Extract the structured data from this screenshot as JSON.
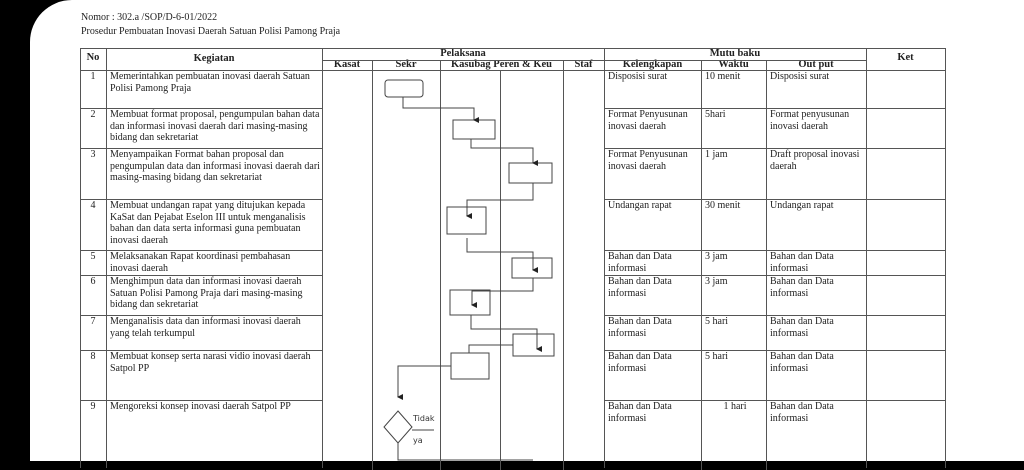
{
  "doc": {
    "nomor": "Nomor :    302.a  /SOP/D-6-01/2022",
    "title": "Prosedur Pembuatan Inovasi Daerah Satuan Polisi Pamong Praja"
  },
  "headers": {
    "no": "No",
    "kegiatan": "Kegiatan",
    "pelaksana": "Pelaksana",
    "kasat": "Kasat",
    "sekr": "Sekr",
    "kasubag": "Kasubag Peren & Keu",
    "staf": "Staf",
    "mutu_baku": "Mutu baku",
    "kelengkapan": "Kelengkapan",
    "waktu": "Waktu",
    "output": "Out put",
    "ket": "Ket"
  },
  "rows": [
    {
      "no": "1",
      "kegiatan": "Memerintahkan pembuatan inovasi daerah Satuan Polisi Pamong Praja",
      "kelengkapan": "Disposisi surat",
      "waktu": "10 menit",
      "output": "Disposisi surat"
    },
    {
      "no": "2",
      "kegiatan": "Membuat format proposal, pengumpulan bahan data dan informasi inovasi daerah dari masing-masing bidang dan sekretariat",
      "kelengkapan": "Format Penyusunan inovasi daerah",
      "waktu": "5hari",
      "output": "Format penyusunan inovasi daerah"
    },
    {
      "no": "3",
      "kegiatan": "Menyampaikan Format bahan  proposal dan pengumpulan data dan informasi inovasi daerah dari masing-masing bidang dan sekretariat",
      "kelengkapan": "Format Penyusunan inovasi daerah",
      "waktu": "1 jam",
      "output": "Draft proposal inovasi daerah"
    },
    {
      "no": "4",
      "kegiatan": "Membuat undangan rapat yang ditujukan kepada KaSat dan Pejabat Eselon III untuk menganalisis bahan dan data serta informasi guna pembuatan inovasi daerah",
      "kelengkapan": "Undangan rapat",
      "waktu": "30 menit",
      "output": "Undangan rapat"
    },
    {
      "no": "5",
      "kegiatan": "Melaksanakan Rapat koordinasi pembahasan inovasi daerah",
      "kelengkapan": "Bahan dan Data informasi",
      "waktu": "3 jam",
      "output": "Bahan dan Data informasi"
    },
    {
      "no": "6",
      "kegiatan": "Menghimpun data dan informasi inovasi daerah Satuan Polisi Pamong Praja dari masing-masing bidang dan sekretariat",
      "kelengkapan": "Bahan dan Data informasi",
      "waktu": "3 jam",
      "output": "Bahan dan Data informasi"
    },
    {
      "no": "7",
      "kegiatan": "Menganalisis data dan informasi inovasi daerah yang telah terkumpul",
      "kelengkapan": "Bahan dan Data informasi",
      "waktu": "5 hari",
      "output": "Bahan dan Data informasi"
    },
    {
      "no": "8",
      "kegiatan": "Membuat konsep serta narasi vidio inovasi daerah Satpol PP",
      "kelengkapan": "Bahan dan Data informasi",
      "waktu": "5 hari",
      "output": "Bahan dan Data informasi"
    },
    {
      "no": "9",
      "kegiatan": "Mengoreksi konsep inovasi daerah  Satpol PP",
      "kelengkapan": "Bahan dan Data informasi",
      "waktu": "1 hari",
      "output": "Bahan dan Data informasi"
    }
  ],
  "flow": {
    "tidak": "Tidak",
    "ya": "ya"
  }
}
